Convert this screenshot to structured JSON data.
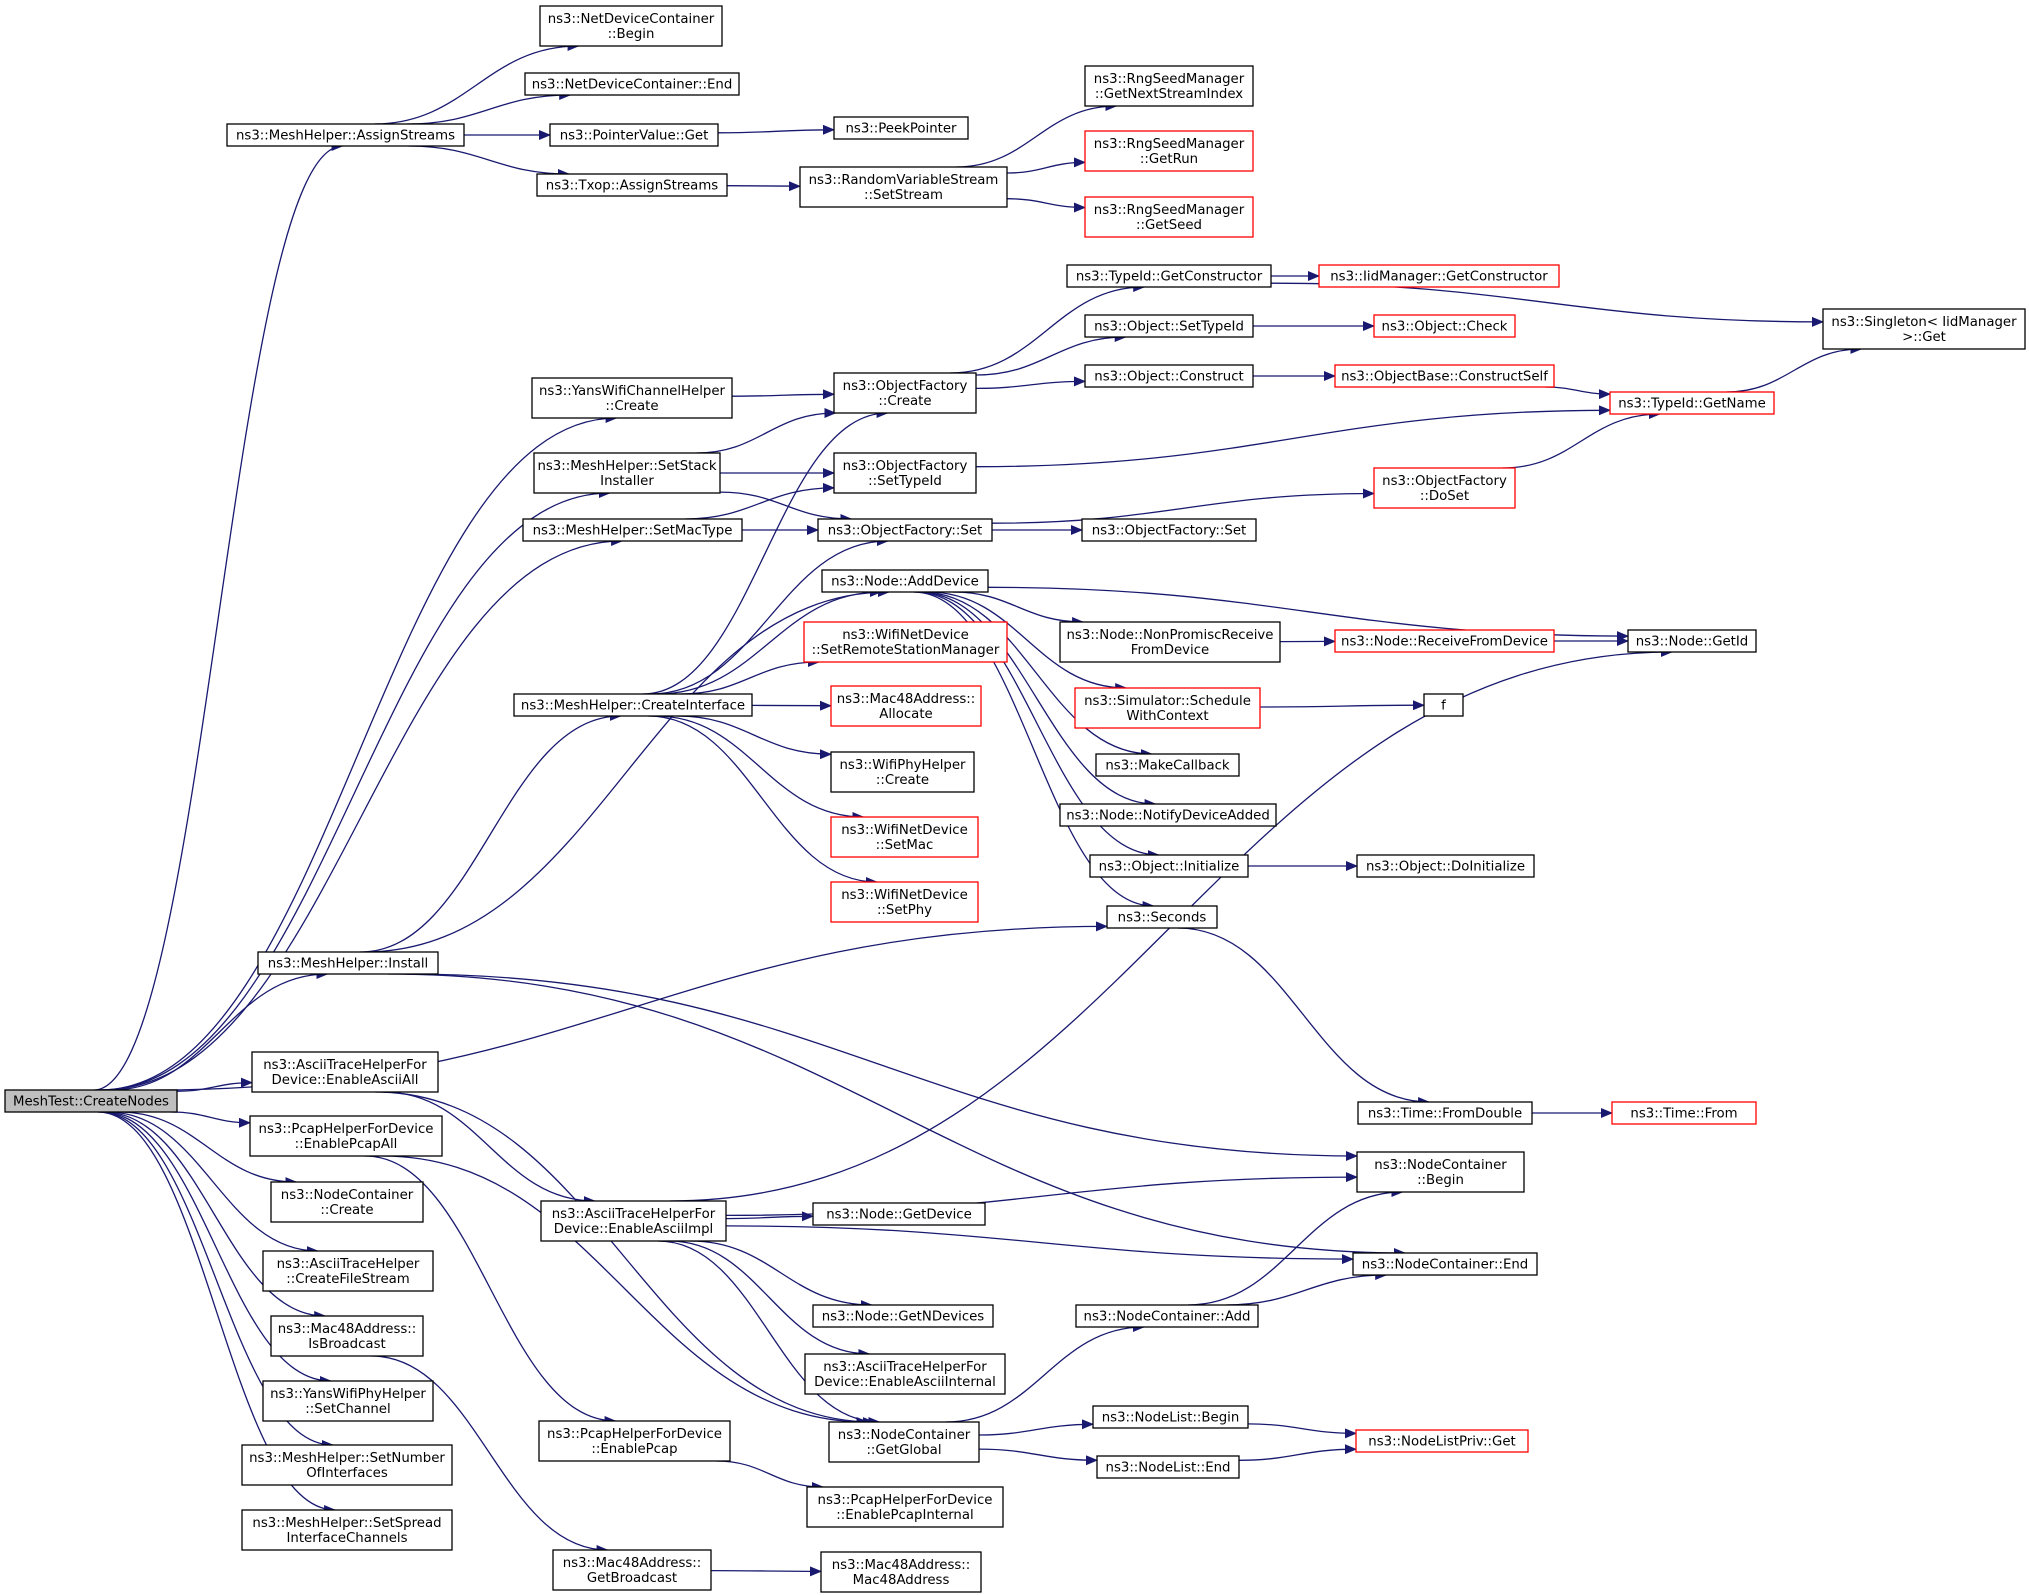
{
  "diagram": {
    "focus": "CreateNodes",
    "nodes": [
      {
        "id": "CreateNodes",
        "lines": [
          "MeshTest::CreateNodes"
        ],
        "focus": true
      },
      {
        "id": "AssignStreams",
        "lines": [
          "ns3::MeshHelper::AssignStreams"
        ]
      },
      {
        "id": "NDCBegin",
        "lines": [
          "ns3::NetDeviceContainer",
          "::Begin"
        ]
      },
      {
        "id": "NDCEnd",
        "lines": [
          "ns3::NetDeviceContainer::End"
        ]
      },
      {
        "id": "PVGet",
        "lines": [
          "ns3::PointerValue::Get"
        ]
      },
      {
        "id": "PeekPointer",
        "lines": [
          "ns3::PeekPointer"
        ]
      },
      {
        "id": "TxopAS",
        "lines": [
          "ns3::Txop::AssignStreams"
        ]
      },
      {
        "id": "RVSSetStream",
        "lines": [
          "ns3::RandomVariableStream",
          "::SetStream"
        ]
      },
      {
        "id": "RngNext",
        "lines": [
          "ns3::RngSeedManager",
          "::GetNextStreamIndex"
        ]
      },
      {
        "id": "RngRun",
        "lines": [
          "ns3::RngSeedManager",
          "::GetRun"
        ],
        "truncated": true
      },
      {
        "id": "RngSeed",
        "lines": [
          "ns3::RngSeedManager",
          "::GetSeed"
        ],
        "truncated": true
      },
      {
        "id": "TypeIdGetCtor",
        "lines": [
          "ns3::TypeId::GetConstructor"
        ]
      },
      {
        "id": "IidGetCtor",
        "lines": [
          "ns3::IidManager::GetConstructor"
        ],
        "truncated": true
      },
      {
        "id": "Singleton",
        "lines": [
          "ns3::Singleton< IidManager",
          " >::Get"
        ]
      },
      {
        "id": "ObjSetTypeId",
        "lines": [
          "ns3::Object::SetTypeId"
        ]
      },
      {
        "id": "ObjCheck",
        "lines": [
          "ns3::Object::Check"
        ],
        "truncated": true
      },
      {
        "id": "YansChCreate",
        "lines": [
          "ns3::YansWifiChannelHelper",
          "::Create"
        ]
      },
      {
        "id": "OFCreate",
        "lines": [
          "ns3::ObjectFactory",
          "::Create"
        ]
      },
      {
        "id": "ObjConstruct",
        "lines": [
          "ns3::Object::Construct"
        ]
      },
      {
        "id": "ConstructSelf",
        "lines": [
          "ns3::ObjectBase::ConstructSelf"
        ],
        "truncated": true
      },
      {
        "id": "TypeIdGetName",
        "lines": [
          "ns3::TypeId::GetName"
        ],
        "truncated": true
      },
      {
        "id": "SetStackInst",
        "lines": [
          "ns3::MeshHelper::SetStack",
          "Installer"
        ]
      },
      {
        "id": "OFSetTypeId",
        "lines": [
          "ns3::ObjectFactory",
          "::SetTypeId"
        ]
      },
      {
        "id": "OFDoSet",
        "lines": [
          "ns3::ObjectFactory",
          "::DoSet"
        ],
        "truncated": true
      },
      {
        "id": "SetMacType",
        "lines": [
          "ns3::MeshHelper::SetMacType"
        ]
      },
      {
        "id": "OFSet",
        "lines": [
          "ns3::ObjectFactory::Set"
        ]
      },
      {
        "id": "OFSet2",
        "lines": [
          "ns3::ObjectFactory::Set"
        ]
      },
      {
        "id": "NodeAddDevice",
        "lines": [
          "ns3::Node::AddDevice"
        ]
      },
      {
        "id": "NonPromisc",
        "lines": [
          "ns3::Node::NonPromiscReceive",
          "FromDevice"
        ]
      },
      {
        "id": "RecvFromDev",
        "lines": [
          "ns3::Node::ReceiveFromDevice"
        ],
        "truncated": true
      },
      {
        "id": "NodeGetId",
        "lines": [
          "ns3::Node::GetId"
        ]
      },
      {
        "id": "WifiSetRSM",
        "lines": [
          "ns3::WifiNetDevice",
          "::SetRemoteStationManager"
        ],
        "truncated": true
      },
      {
        "id": "CreateIface",
        "lines": [
          "ns3::MeshHelper::CreateInterface"
        ]
      },
      {
        "id": "MacAllocate",
        "lines": [
          "ns3::Mac48Address::",
          "Allocate"
        ],
        "truncated": true
      },
      {
        "id": "SimSched",
        "lines": [
          "ns3::Simulator::Schedule",
          "WithContext"
        ],
        "truncated": true
      },
      {
        "id": "f",
        "lines": [
          "f"
        ]
      },
      {
        "id": "WifiPhyCreate",
        "lines": [
          "ns3::WifiPhyHelper",
          "::Create"
        ]
      },
      {
        "id": "MakeCallback",
        "lines": [
          "ns3::MakeCallback"
        ]
      },
      {
        "id": "NotifyDevAdded",
        "lines": [
          "ns3::Node::NotifyDeviceAdded"
        ]
      },
      {
        "id": "WifiSetMac",
        "lines": [
          "ns3::WifiNetDevice",
          "::SetMac"
        ],
        "truncated": true
      },
      {
        "id": "ObjInit",
        "lines": [
          "ns3::Object::Initialize"
        ]
      },
      {
        "id": "ObjDoInit",
        "lines": [
          "ns3::Object::DoInitialize"
        ]
      },
      {
        "id": "WifiSetPhy",
        "lines": [
          "ns3::WifiNetDevice",
          "::SetPhy"
        ],
        "truncated": true
      },
      {
        "id": "Seconds",
        "lines": [
          "ns3::Seconds"
        ]
      },
      {
        "id": "MeshInstall",
        "lines": [
          "ns3::MeshHelper::Install"
        ]
      },
      {
        "id": "AsciiAll",
        "lines": [
          "ns3::AsciiTraceHelperFor",
          "Device::EnableAsciiAll"
        ]
      },
      {
        "id": "PcapAll",
        "lines": [
          "ns3::PcapHelperForDevice",
          "::EnablePcapAll"
        ]
      },
      {
        "id": "TimeFromDouble",
        "lines": [
          "ns3::Time::FromDouble"
        ]
      },
      {
        "id": "TimeFrom",
        "lines": [
          "ns3::Time::From"
        ],
        "truncated": true
      },
      {
        "id": "NCBegin",
        "lines": [
          "ns3::NodeContainer",
          "::Begin"
        ]
      },
      {
        "id": "NCCreate",
        "lines": [
          "ns3::NodeContainer",
          "::Create"
        ]
      },
      {
        "id": "AsciiImpl",
        "lines": [
          "ns3::AsciiTraceHelperFor",
          "Device::EnableAsciiImpl"
        ]
      },
      {
        "id": "NodeGetDevice",
        "lines": [
          "ns3::Node::GetDevice"
        ]
      },
      {
        "id": "CreateFileStream",
        "lines": [
          "ns3::AsciiTraceHelper",
          "::CreateFileStream"
        ]
      },
      {
        "id": "NCEnd",
        "lines": [
          "ns3::NodeContainer::End"
        ]
      },
      {
        "id": "IsBroadcast",
        "lines": [
          "ns3::Mac48Address::",
          "IsBroadcast"
        ]
      },
      {
        "id": "GetNDevices",
        "lines": [
          "ns3::Node::GetNDevices"
        ]
      },
      {
        "id": "NCAdd",
        "lines": [
          "ns3::NodeContainer::Add"
        ]
      },
      {
        "id": "AsciiInternal",
        "lines": [
          "ns3::AsciiTraceHelperFor",
          "Device::EnableAsciiInternal"
        ]
      },
      {
        "id": "YansPhySetCh",
        "lines": [
          "ns3::YansWifiPhyHelper",
          "::SetChannel"
        ]
      },
      {
        "id": "NodeListBegin",
        "lines": [
          "ns3::NodeList::Begin"
        ]
      },
      {
        "id": "NCGetGlobal",
        "lines": [
          "ns3::NodeContainer",
          "::GetGlobal"
        ]
      },
      {
        "id": "PcapEnable",
        "lines": [
          "ns3::PcapHelperForDevice",
          "::EnablePcap"
        ]
      },
      {
        "id": "NodeListPrivGet",
        "lines": [
          "ns3::NodeListPriv::Get"
        ],
        "truncated": true
      },
      {
        "id": "SetNumIfaces",
        "lines": [
          "ns3::MeshHelper::SetNumber",
          "OfInterfaces"
        ]
      },
      {
        "id": "NodeListEnd",
        "lines": [
          "ns3::NodeList::End"
        ]
      },
      {
        "id": "PcapInternal",
        "lines": [
          "ns3::PcapHelperForDevice",
          "::EnablePcapInternal"
        ]
      },
      {
        "id": "SetSpread",
        "lines": [
          "ns3::MeshHelper::SetSpread",
          "InterfaceChannels"
        ]
      },
      {
        "id": "GetBroadcast",
        "lines": [
          "ns3::Mac48Address::",
          "GetBroadcast"
        ]
      },
      {
        "id": "MacCtor",
        "lines": [
          "ns3::Mac48Address::",
          "Mac48Address"
        ]
      }
    ]
  }
}
